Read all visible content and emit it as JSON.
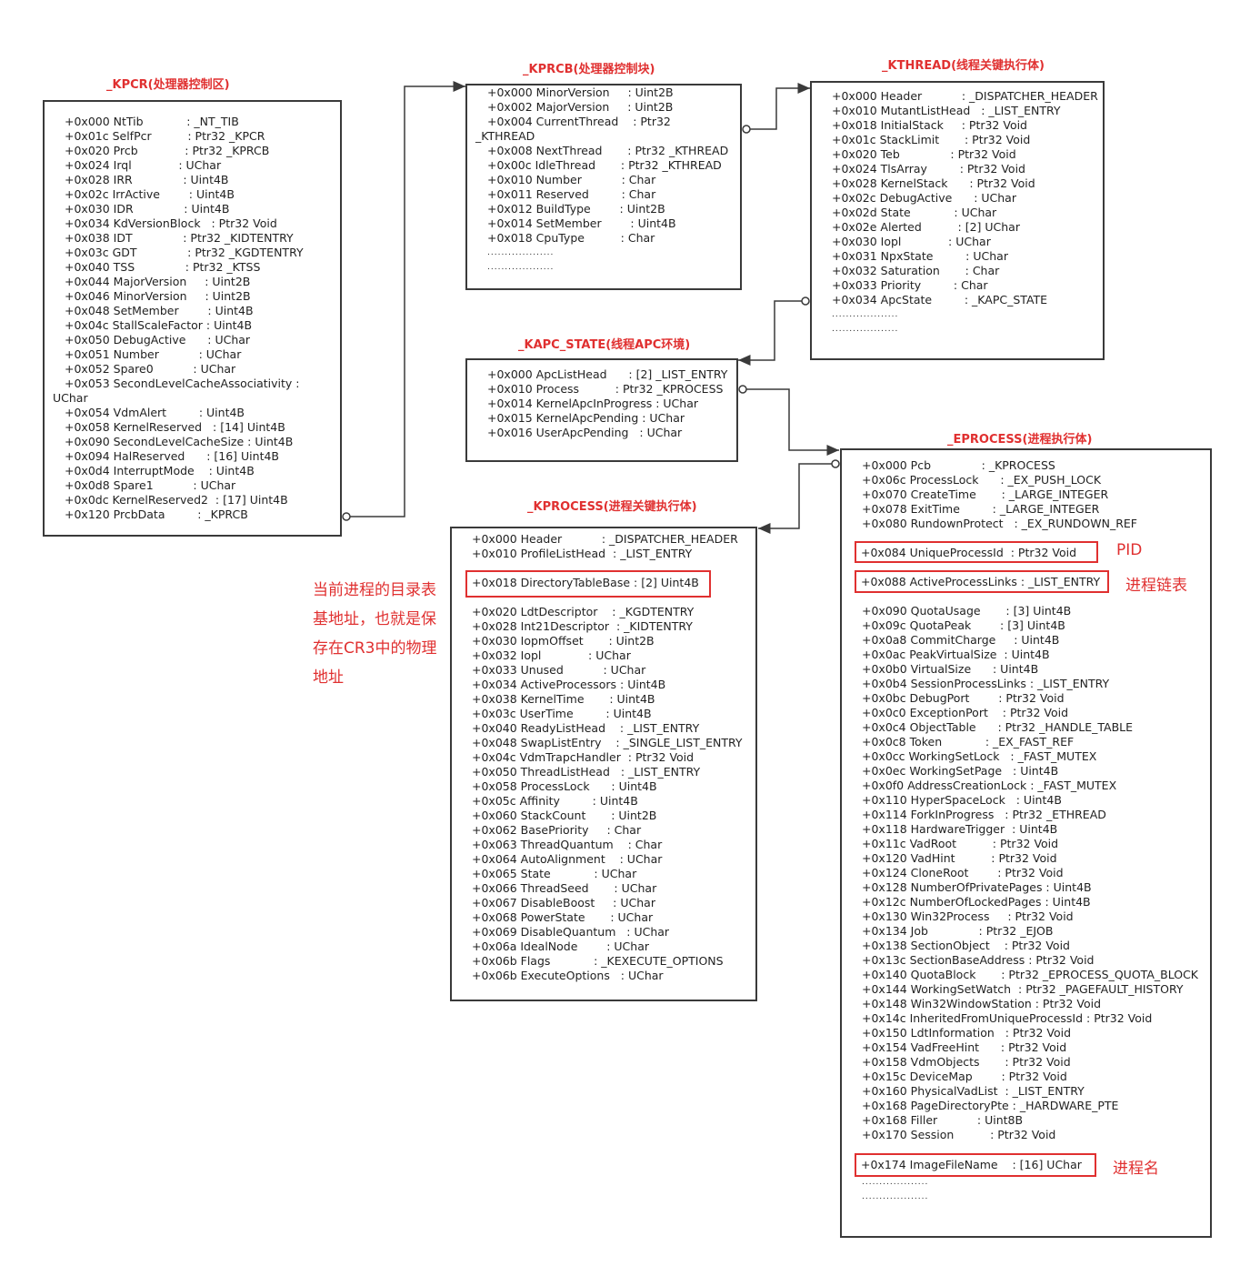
{
  "kpcr": {
    "title": "_KPCR(处理器控制区)",
    "lines": [
      "+0x000 NtTib            : _NT_TIB",
      "+0x01c SelfPcr          : Ptr32 _KPCR",
      "+0x020 Prcb             : Ptr32 _KPRCB",
      "+0x024 Irql             : UChar",
      "+0x028 IRR              : Uint4B",
      "+0x02c IrrActive        : Uint4B",
      "+0x030 IDR              : Uint4B",
      "+0x034 KdVersionBlock   : Ptr32 Void",
      "+0x038 IDT              : Ptr32 _KIDTENTRY",
      "+0x03c GDT              : Ptr32 _KGDTENTRY",
      "+0x040 TSS              : Ptr32 _KTSS",
      "+0x044 MajorVersion     : Uint2B",
      "+0x046 MinorVersion     : Uint2B",
      "+0x048 SetMember        : Uint4B",
      "+0x04c StallScaleFactor : Uint4B",
      "+0x050 DebugActive      : UChar",
      "+0x051 Number           : UChar",
      "+0x052 Spare0           : UChar",
      "+0x053 SecondLevelCacheAssociativity :",
      "UChar",
      "+0x054 VdmAlert         : Uint4B",
      "+0x058 KernelReserved   : [14] Uint4B",
      "+0x090 SecondLevelCacheSize : Uint4B",
      "+0x094 HalReserved      : [16] Uint4B",
      "+0x0d4 InterruptMode    : Uint4B",
      "+0x0d8 Spare1           : UChar",
      "+0x0dc KernelReserved2  : [17] Uint4B",
      "+0x120 PrcbData         : _KPRCB"
    ]
  },
  "kprcb": {
    "title": "_KPRCB(处理器控制块)",
    "lines": [
      "+0x000 MinorVersion     : Uint2B",
      "+0x002 MajorVersion     : Uint2B",
      "+0x004 CurrentThread    : Ptr32",
      "_KTHREAD",
      "+0x008 NextThread       : Ptr32 _KTHREAD",
      "+0x00c IdleThread       : Ptr32 _KTHREAD",
      "+0x010 Number           : Char",
      "+0x011 Reserved         : Char",
      "+0x012 BuildType        : Uint2B",
      "+0x014 SetMember        : Uint4B",
      "+0x018 CpuType          : Char"
    ],
    "ellipsis": "..................."
  },
  "kthread": {
    "title": "_KTHREAD(线程关键执行体)",
    "lines": [
      "+0x000 Header           : _DISPATCHER_HEADER",
      "+0x010 MutantListHead   : _LIST_ENTRY",
      "+0x018 InitialStack     : Ptr32 Void",
      "+0x01c StackLimit       : Ptr32 Void",
      "+0x020 Teb              : Ptr32 Void",
      "+0x024 TlsArray         : Ptr32 Void",
      "+0x028 KernelStack      : Ptr32 Void",
      "+0x02c DebugActive      : UChar",
      "+0x02d State            : UChar",
      "+0x02e Alerted          : [2] UChar",
      "+0x030 Iopl             : UChar",
      "+0x031 NpxState         : UChar",
      "+0x032 Saturation       : Char",
      "+0x033 Priority         : Char",
      "+0x034 ApcState         : _KAPC_STATE"
    ],
    "ellipsis": "..................."
  },
  "kapc_state": {
    "title": "_KAPC_STATE(线程APC环境)",
    "lines": [
      "+0x000 ApcListHead      : [2] _LIST_ENTRY",
      "+0x010 Process          : Ptr32 _KPROCESS",
      "+0x014 KernelApcInProgress : UChar",
      "+0x015 KernelApcPending : UChar",
      "+0x016 UserApcPending   : UChar"
    ]
  },
  "kprocess": {
    "title": "_KPROCESS(进程关键执行体)",
    "lines_top": [
      "+0x000 Header           : _DISPATCHER_HEADER",
      "+0x010 ProfileListHead  : _LIST_ENTRY"
    ],
    "highlight": "+0x018 DirectoryTableBase : [2] Uint4B",
    "lines_bottom": [
      "+0x020 LdtDescriptor    : _KGDTENTRY",
      "+0x028 Int21Descriptor  : _KIDTENTRY",
      "+0x030 IopmOffset       : Uint2B",
      "+0x032 Iopl             : UChar",
      "+0x033 Unused           : UChar",
      "+0x034 ActiveProcessors : Uint4B",
      "+0x038 KernelTime       : Uint4B",
      "+0x03c UserTime         : Uint4B",
      "+0x040 ReadyListHead    : _LIST_ENTRY",
      "+0x048 SwapListEntry    : _SINGLE_LIST_ENTRY",
      "+0x04c VdmTrapcHandler  : Ptr32 Void",
      "+0x050 ThreadListHead   : _LIST_ENTRY",
      "+0x058 ProcessLock      : Uint4B",
      "+0x05c Affinity         : Uint4B",
      "+0x060 StackCount       : Uint2B",
      "+0x062 BasePriority     : Char",
      "+0x063 ThreadQuantum    : Char",
      "+0x064 AutoAlignment    : UChar",
      "+0x065 State            : UChar",
      "+0x066 ThreadSeed       : UChar",
      "+0x067 DisableBoost     : UChar",
      "+0x068 PowerState       : UChar",
      "+0x069 DisableQuantum   : UChar",
      "+0x06a IdealNode        : UChar",
      "+0x06b Flags            : _KEXECUTE_OPTIONS",
      "+0x06b ExecuteOptions   : UChar"
    ],
    "note": "当前进程的目录表基地址，也就是保存在CR3中的物理地址"
  },
  "eprocess": {
    "title": "_EPROCESS(进程执行体)",
    "lines_top": [
      "+0x000 Pcb              : _KPROCESS",
      "+0x06c ProcessLock      : _EX_PUSH_LOCK",
      "+0x070 CreateTime       : _LARGE_INTEGER",
      "+0x078 ExitTime         : _LARGE_INTEGER",
      "+0x080 RundownProtect   : _EX_RUNDOWN_REF"
    ],
    "highlight_pid": "+0x084 UniqueProcessId  : Ptr32 Void",
    "highlight_links": "+0x088 ActiveProcessLinks : _LIST_ENTRY",
    "lines_mid": [
      "+0x090 QuotaUsage       : [3] Uint4B",
      "+0x09c QuotaPeak        : [3] Uint4B",
      "+0x0a8 CommitCharge     : Uint4B",
      "+0x0ac PeakVirtualSize  : Uint4B",
      "+0x0b0 VirtualSize      : Uint4B",
      "+0x0b4 SessionProcessLinks : _LIST_ENTRY",
      "+0x0bc DebugPort        : Ptr32 Void",
      "+0x0c0 ExceptionPort    : Ptr32 Void",
      "+0x0c4 ObjectTable      : Ptr32 _HANDLE_TABLE",
      "+0x0c8 Token            : _EX_FAST_REF",
      "+0x0cc WorkingSetLock   : _FAST_MUTEX",
      "+0x0ec WorkingSetPage   : Uint4B",
      "+0x0f0 AddressCreationLock : _FAST_MUTEX",
      "+0x110 HyperSpaceLock   : Uint4B",
      "+0x114 ForkInProgress   : Ptr32 _ETHREAD",
      "+0x118 HardwareTrigger  : Uint4B",
      "+0x11c VadRoot          : Ptr32 Void",
      "+0x120 VadHint          : Ptr32 Void",
      "+0x124 CloneRoot        : Ptr32 Void",
      "+0x128 NumberOfPrivatePages : Uint4B",
      "+0x12c NumberOfLockedPages : Uint4B",
      "+0x130 Win32Process     : Ptr32 Void",
      "+0x134 Job              : Ptr32 _EJOB",
      "+0x138 SectionObject    : Ptr32 Void",
      "+0x13c SectionBaseAddress : Ptr32 Void",
      "+0x140 QuotaBlock       : Ptr32 _EPROCESS_QUOTA_BLOCK",
      "+0x144 WorkingSetWatch  : Ptr32 _PAGEFAULT_HISTORY",
      "+0x148 Win32WindowStation : Ptr32 Void",
      "+0x14c InheritedFromUniqueProcessId : Ptr32 Void",
      "+0x150 LdtInformation   : Ptr32 Void",
      "+0x154 VadFreeHint      : Ptr32 Void",
      "+0x158 VdmObjects       : Ptr32 Void",
      "+0x15c DeviceMap        : Ptr32 Void",
      "+0x160 PhysicalVadList  : _LIST_ENTRY",
      "+0x168 PageDirectoryPte : _HARDWARE_PTE",
      "+0x168 Filler           : Uint8B",
      "+0x170 Session          : Ptr32 Void"
    ],
    "highlight_name": "+0x174 ImageFileName    : [16] UChar",
    "ellipsis": "...................",
    "label_pid": "PID",
    "label_links": "进程链表",
    "label_name": "进程名"
  },
  "colors": {
    "accent": "#e03030",
    "border": "#3a3a3a",
    "text": "#222222"
  }
}
